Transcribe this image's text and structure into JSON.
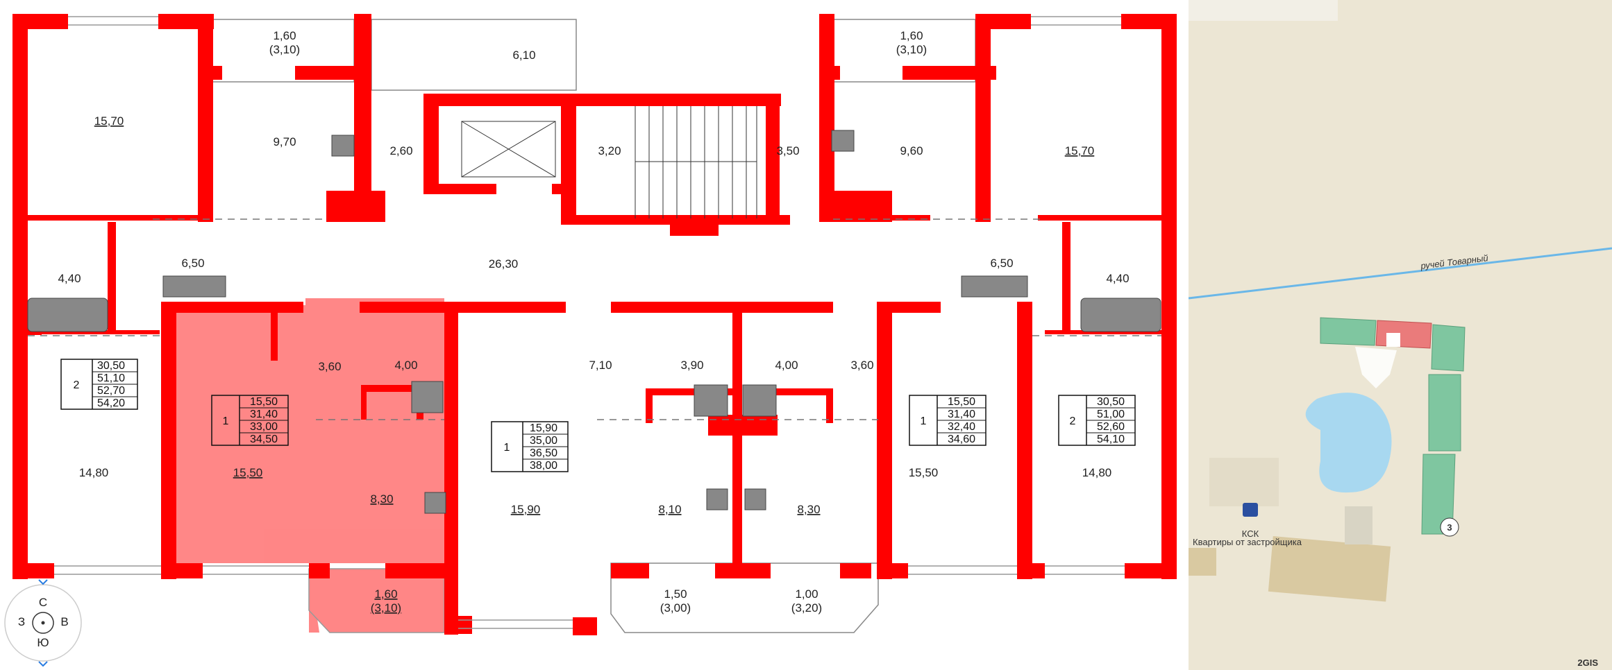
{
  "rooms": {
    "top_balcony_left": "1,60",
    "top_balcony_left_sub": "(3,10)",
    "big_balcony": "6,10",
    "top_balcony_right": "1,60",
    "top_balcony_right_sub": "(3,10)",
    "left_room_top": "15,70",
    "kitchen_left_top": "9,70",
    "hall_2_60": "2,60",
    "stair_left": "3,20",
    "stair_right": "3,50",
    "kitchen_right_top": "9,60",
    "right_room_top": "15,70",
    "bath_left": "4,40",
    "hall_left": "6,50",
    "corridor": "26,30",
    "hall_right": "6,50",
    "bath_right": "4,40",
    "hall_3_60_left": "3,60",
    "bath_4_00_left": "4,00",
    "hall_7_10": "7,10",
    "bath_3_90": "3,90",
    "bath_4_00_right": "4,00",
    "hall_3_60_right": "3,60",
    "left_room_bottom": "14,80",
    "sel_room": "15,50",
    "sel_kitchen": "8,30",
    "mid_room": "15,90",
    "kitchen_8_10": "8,10",
    "kitchen_8_30": "8,30",
    "right_room_15_50": "15,50",
    "right_room_bottom": "14,80",
    "bot_balcony_sel": "1,60",
    "bot_balcony_sel_sub": "(3,10)",
    "bot_balcony_mid": "1,50",
    "bot_balcony_mid_sub": "(3,00)",
    "bot_balcony_right": "1,00",
    "bot_balcony_right_sub": "(3,20)"
  },
  "apartments": [
    {
      "rooms": "2",
      "areas": [
        "30,50",
        "51,10",
        "52,70",
        "54,20"
      ]
    },
    {
      "rooms": "1",
      "areas": [
        "15,50",
        "31,40",
        "33,00",
        "34,50"
      ]
    },
    {
      "rooms": "1",
      "areas": [
        "15,90",
        "35,00",
        "36,50",
        "38,00"
      ]
    },
    {
      "rooms": "1",
      "areas": [
        "15,50",
        "31,40",
        "32,40",
        "34,60"
      ]
    },
    {
      "rooms": "2",
      "areas": [
        "30,50",
        "51,00",
        "52,60",
        "54,10"
      ]
    }
  ],
  "compass": {
    "n": "С",
    "w": "З",
    "e": "В",
    "s": "Ю"
  },
  "map": {
    "stream": "ручей Товарный",
    "ksk": "КСК",
    "developer": "Квартиры от застройщика",
    "building_no": "3",
    "watermark": "2GIS"
  },
  "colors": {
    "wall": "#ff0000",
    "selected": "#ff7a7a",
    "map_bg": "#ece6d4",
    "building": "#7fc6a0",
    "water": "#a8d8f0"
  }
}
